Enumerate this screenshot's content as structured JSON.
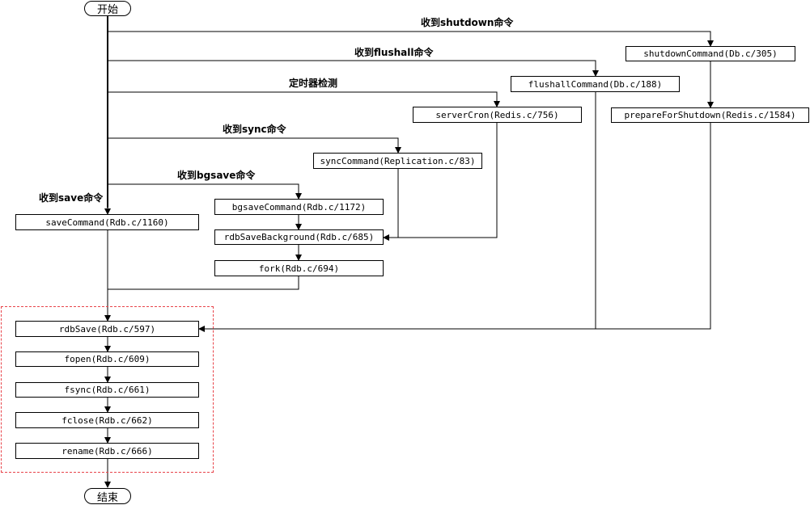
{
  "start_label": "开始",
  "end_label": "结束",
  "nodes": {
    "shutdown_command": "shutdownCommand(Db.c/305)",
    "flushall_command": "flushallCommand(Db.c/188)",
    "server_cron": "serverCron(Redis.c/756)",
    "prepare_for_shutdown": "prepareForShutdown(Redis.c/1584)",
    "sync_command": "syncCommand(Replication.c/83)",
    "bgsave_command": "bgsaveCommand(Rdb.c/1172)",
    "save_command": "saveCommand(Rdb.c/1160)",
    "rdb_save_background": "rdbSaveBackground(Rdb.c/685)",
    "fork": "fork(Rdb.c/694)",
    "rdb_save": "rdbSave(Rdb.c/597)",
    "fopen": "fopen(Rdb.c/609)",
    "fsync": "fsync(Rdb.c/661)",
    "fclose": "fclose(Rdb.c/662)",
    "rename": "rename(Rdb.c/666)"
  },
  "edge_labels": {
    "shutdown": "收到shutdown命令",
    "flushall": "收到flushall命令",
    "timer": "定时器检测",
    "sync": "收到sync命令",
    "bgsave": "收到bgsave命令",
    "save": "收到save命令"
  },
  "colors": {
    "line": "#000000",
    "group_border": "#e8444a"
  }
}
